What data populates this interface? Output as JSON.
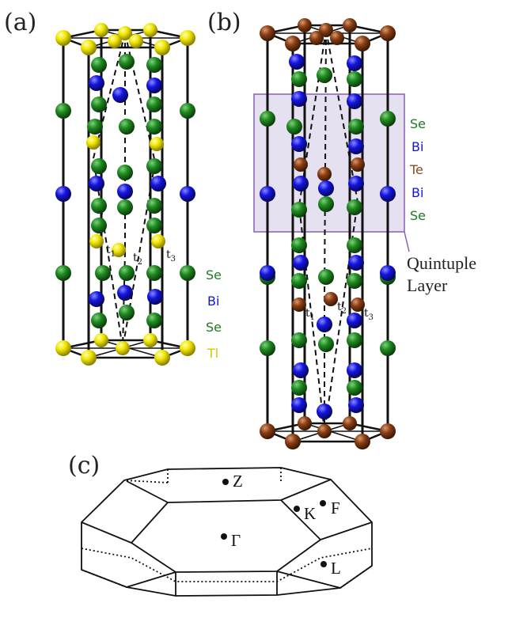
{
  "panels": {
    "a": {
      "label": "(a)",
      "legend": [
        {
          "text": "Se",
          "color": "#1e7a1e"
        },
        {
          "text": "Bi",
          "color": "#1414d4"
        },
        {
          "text": "Se",
          "color": "#1e7a1e"
        },
        {
          "text": "Tl",
          "color": "#d8c800"
        }
      ],
      "hop_labels": [
        "t1",
        "t2",
        "t3"
      ]
    },
    "b": {
      "label": "(b)",
      "legend": [
        {
          "text": "Se",
          "color": "#1e7a1e"
        },
        {
          "text": "Bi",
          "color": "#1414d4"
        },
        {
          "text": "Te",
          "color": "#8b4a1c"
        },
        {
          "text": "Bi",
          "color": "#1414d4"
        },
        {
          "text": "Se",
          "color": "#1e7a1e"
        }
      ],
      "quintuple_label": [
        "Quintuple",
        "Layer"
      ],
      "hop_labels": [
        "t1",
        "t2",
        "t3"
      ]
    },
    "c": {
      "label": "(c)",
      "points": [
        "Z",
        "K",
        "F",
        "Γ",
        "L"
      ]
    }
  },
  "colors": {
    "Se": "#1e7a1e",
    "Bi": "#1414d4",
    "Te": "#8b4a1c",
    "Tl": "#e8e000",
    "frame": "#111111",
    "highlight_fill": "#e6e1f0",
    "highlight_stroke": "#8a5fb0"
  }
}
